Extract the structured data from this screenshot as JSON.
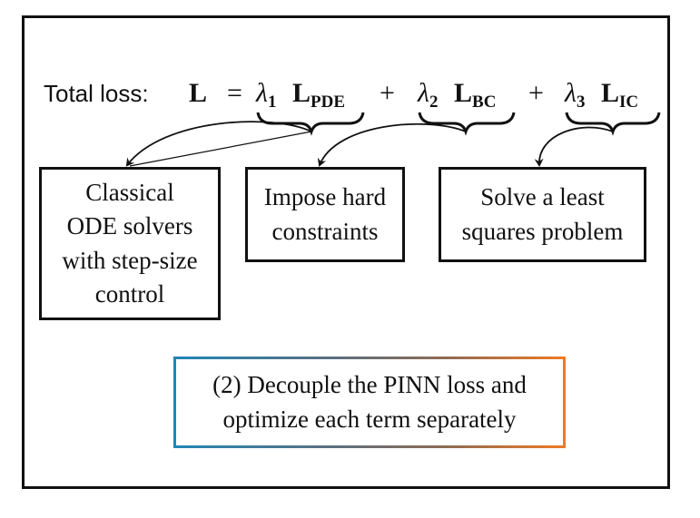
{
  "equation": {
    "label": "Total loss:",
    "total": "L",
    "equals": "=",
    "lambda1": "λ",
    "lambda1_index": "1",
    "term1_main": "L",
    "term1_sub": "PDE",
    "plus1": "+",
    "lambda2": "λ",
    "lambda2_index": "2",
    "term2_main": "L",
    "term2_sub": "BC",
    "plus2": "+",
    "lambda3": "λ",
    "lambda3_index": "3",
    "term3_main": "L",
    "term3_sub": "IC"
  },
  "boxes": [
    {
      "lines": [
        "Classical",
        "ODE solvers",
        "with step-size",
        "control"
      ]
    },
    {
      "lines": [
        "Impose hard",
        "constraints"
      ]
    },
    {
      "lines": [
        "Solve a least",
        "squares problem"
      ]
    }
  ],
  "note": {
    "lines": [
      "(2) Decouple the PINN loss and",
      "optimize each term separately"
    ],
    "gradient_colors": [
      "#1f86b6",
      "#f07a24"
    ]
  },
  "colors": {
    "ink": "#111111",
    "background": "#ffffff"
  }
}
